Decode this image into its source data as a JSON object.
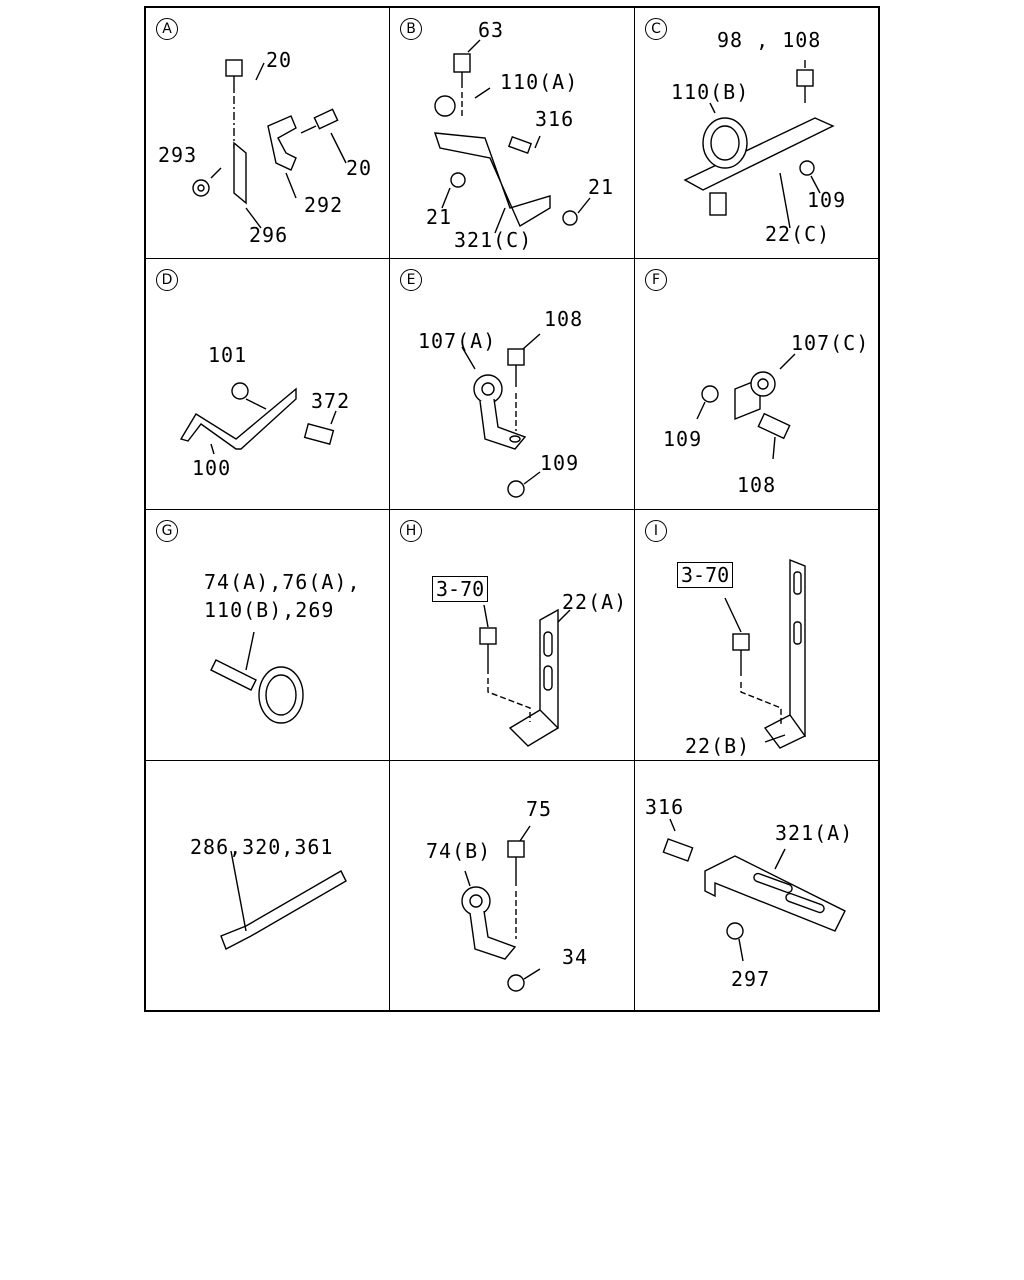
{
  "panels": [
    {
      "id": "A",
      "labels": [
        "20",
        "20",
        "293",
        "292",
        "296"
      ]
    },
    {
      "id": "B",
      "labels": [
        "63",
        "110(A)",
        "316",
        "21",
        "21",
        "321(C)"
      ]
    },
    {
      "id": "C",
      "labels": [
        "98 , 108",
        "110(B)",
        "109",
        "22(C)"
      ]
    },
    {
      "id": "D",
      "labels": [
        "101",
        "372",
        "100"
      ]
    },
    {
      "id": "E",
      "labels": [
        "107(A)",
        "108",
        "109"
      ]
    },
    {
      "id": "F",
      "labels": [
        "107(C)",
        "109",
        "108"
      ]
    },
    {
      "id": "G",
      "labels": [
        "74(A),76(A),",
        "110(B),269"
      ]
    },
    {
      "id": "H",
      "ref": "3-70",
      "labels": [
        "22(A)"
      ]
    },
    {
      "id": "I",
      "ref": "3-70",
      "labels": [
        "22(B)"
      ]
    },
    {
      "id": "J",
      "labels": [
        "286,320,361"
      ]
    },
    {
      "id": "K",
      "labels": [
        "75",
        "74(B)",
        "34"
      ]
    },
    {
      "id": "L",
      "labels": [
        "316",
        "321(A)",
        "297"
      ]
    }
  ]
}
